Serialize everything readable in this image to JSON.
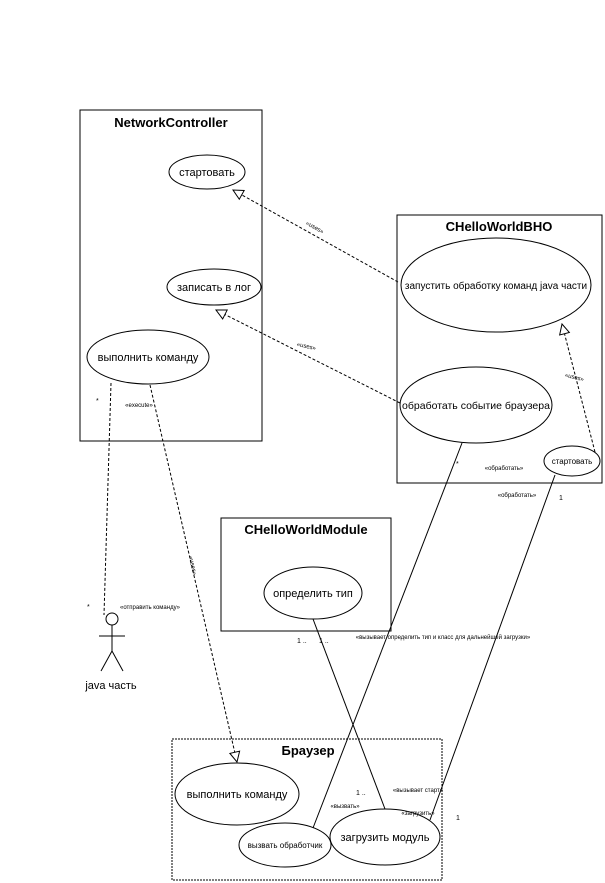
{
  "systems": {
    "network_controller": "NetworkController",
    "bho": "CHelloWorldBHO",
    "module": "CHelloWorldModule",
    "browser": "Браузер"
  },
  "use_cases": {
    "nc_start": "стартовать",
    "nc_log": "записать в лог",
    "nc_execute": "выполнить команду",
    "bho_run": "запустить обработку команд java части",
    "bho_event": "обработать событие браузера",
    "bho_start": "стартовать",
    "mod_type": "определить тип",
    "br_execute": "выполнить команду",
    "br_handler": "вызвать обработчик",
    "br_load": "загрузить модуль"
  },
  "actor": {
    "label": "java часть"
  },
  "relations": {
    "uses1": "«uses»",
    "uses2": "«uses»",
    "uses3": "«uses»",
    "uses4": "«uses»",
    "execute": "«execute»",
    "send_command": "«отправить команду»",
    "handle1": "«обработать»",
    "handle2": "«обработать»",
    "determine": "«вызывает определить тип и класс для дальнейшей загрузки»",
    "call_start": "«вызывает старт»",
    "call": "«вызвать»",
    "load": "«загрузить»"
  },
  "colors": {
    "line": "#000000",
    "background": "#ffffff"
  }
}
